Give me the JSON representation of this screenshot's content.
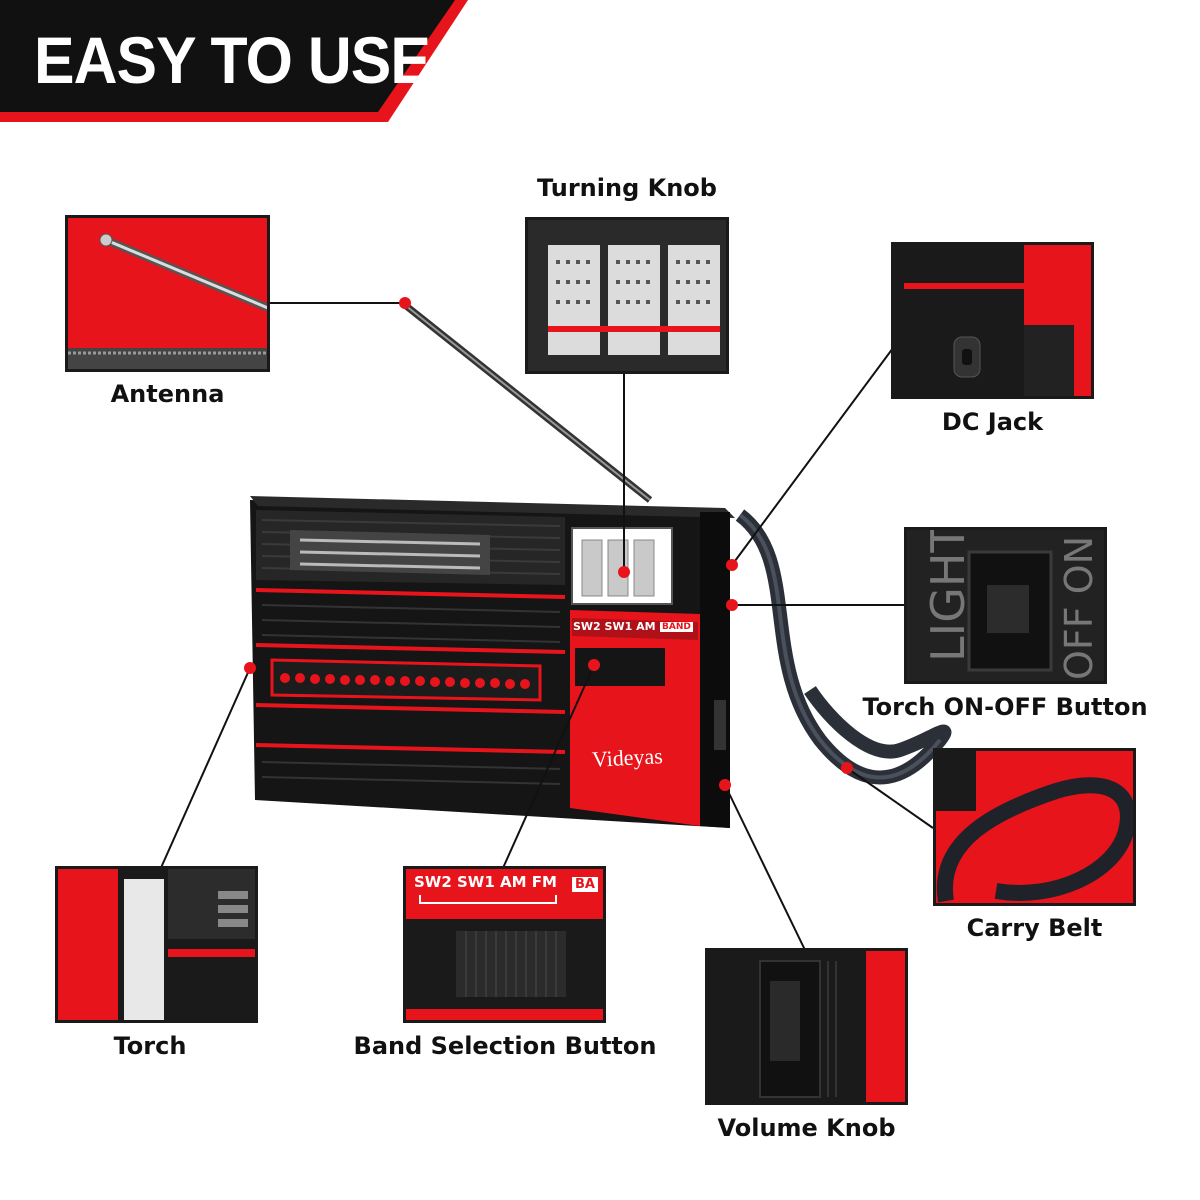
{
  "banner": {
    "title": "EASY TO USE"
  },
  "callouts": {
    "antenna": "Antenna",
    "turning_knob": "Turning Knob",
    "dc_jack": "DC Jack",
    "torch_switch": "Torch ON-OFF Button",
    "carry_belt": "Carry Belt",
    "volume_knob": "Volume Knob",
    "band_selection": "Band Selection Button",
    "torch": "Torch"
  },
  "radio": {
    "brand": "Videyas",
    "band_label": "SW2 SW1 AM FM",
    "band_badge": "BAND"
  },
  "band_closeup": {
    "bands": "SW2 SW1 AM FM",
    "badge": "BA"
  },
  "torch_switch_closeup": {
    "light": "LIGHT",
    "off_on": "OFF ON"
  },
  "colors": {
    "accent": "#e8141c",
    "dark": "#1a1a1a",
    "banner": "#111111"
  }
}
